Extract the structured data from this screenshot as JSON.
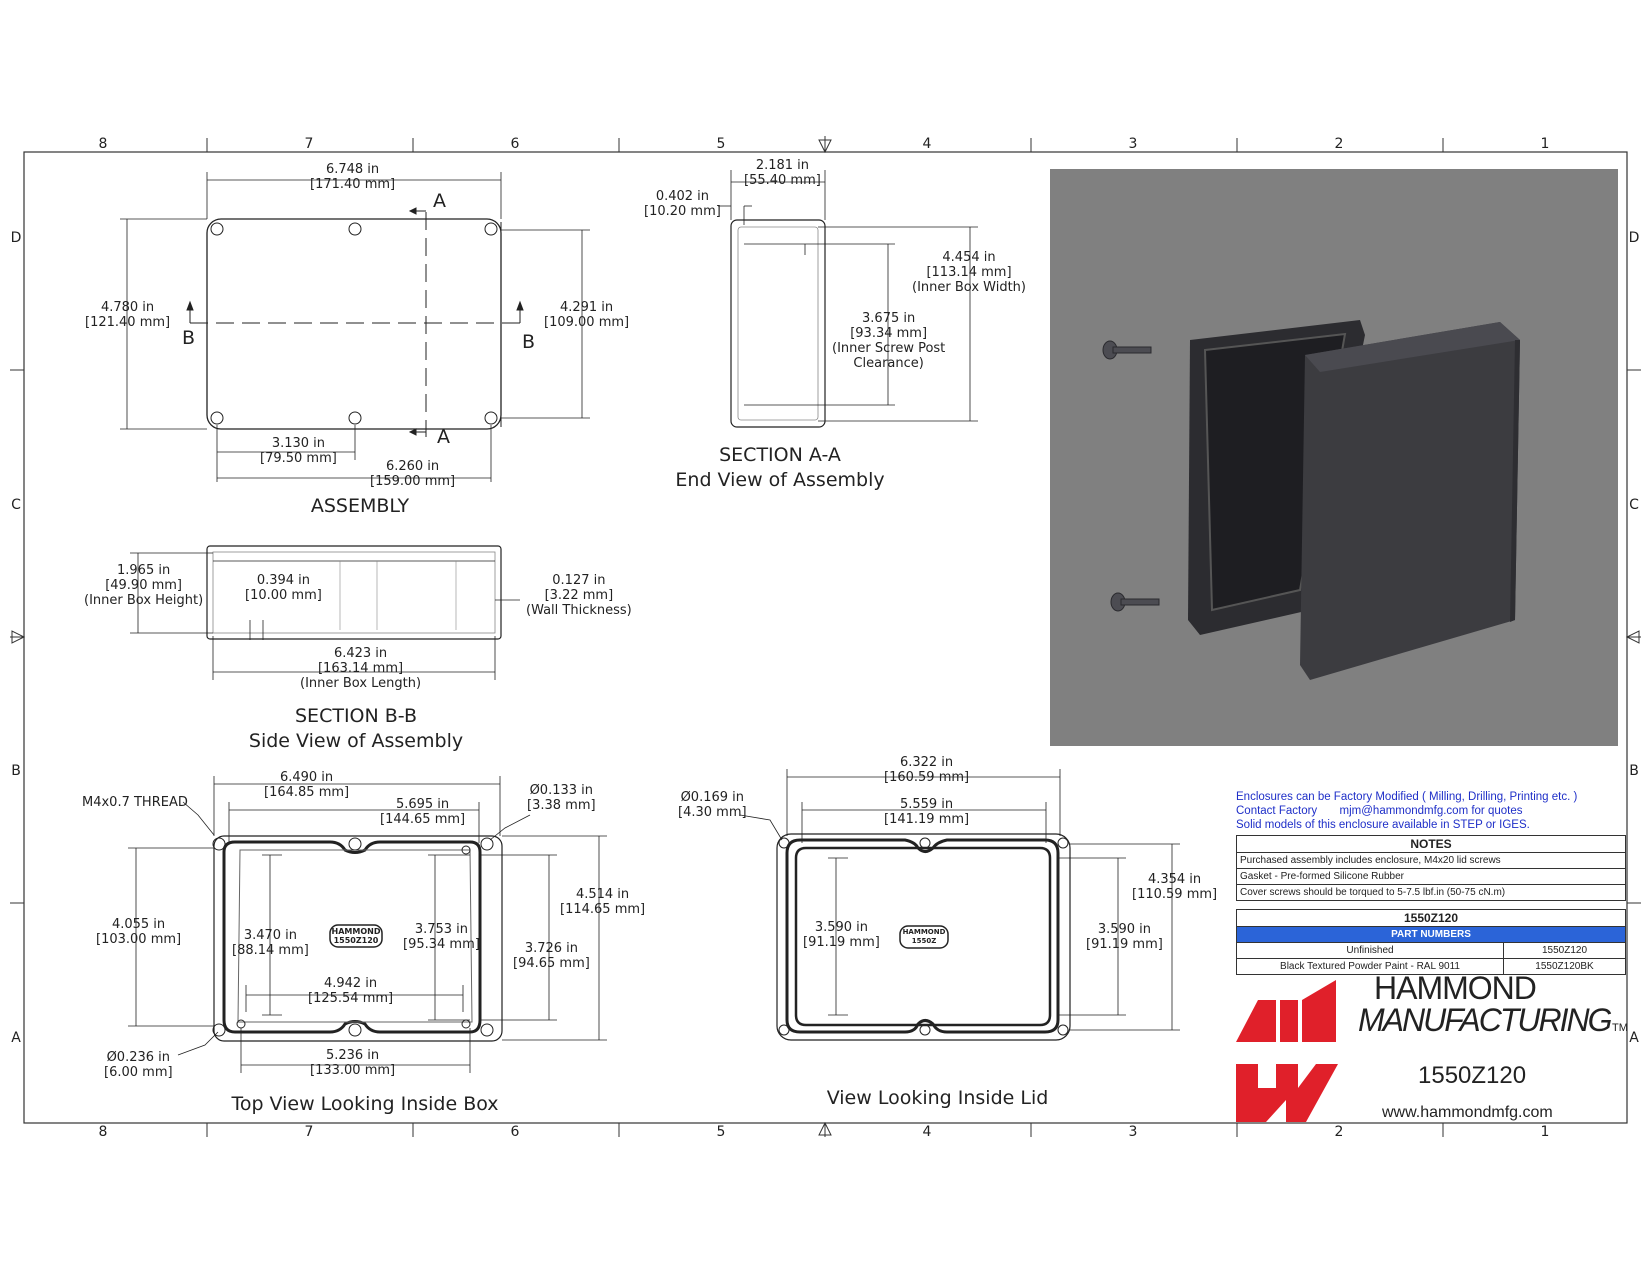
{
  "border": {
    "columns": [
      "8",
      "7",
      "6",
      "5",
      "4",
      "3",
      "2",
      "1"
    ],
    "rows": [
      "D",
      "C",
      "B",
      "A"
    ]
  },
  "assembly": {
    "title": "ASSEMBLY",
    "overall_length": "6.748 in\n[171.40 mm]",
    "overall_width": "4.780 in\n[121.40 mm]",
    "body_width": "4.291 in\n[109.00 mm]",
    "hole_spacing_short": "3.130 in\n[79.50 mm]",
    "hole_spacing_long": "6.260 in\n[159.00 mm]",
    "section_a_top": "A",
    "section_a_bottom": "A",
    "section_b_left": "B",
    "section_b_right": "B"
  },
  "section_aa": {
    "title": "SECTION A-A",
    "subtitle": "End View of Assembly",
    "outer_width": "2.181 in\n[55.40 mm]",
    "lid_depth": "0.402 in\n[10.20 mm]",
    "inner_box_width": "4.454 in\n[113.14 mm]\n(Inner Box Width)",
    "inner_screw_clearance": "3.675 in\n[93.34 mm]\n(Inner Screw Post\nClearance)"
  },
  "section_bb": {
    "title": "SECTION B-B",
    "subtitle": "Side View of Assembly",
    "inner_box_height": "1.965 in\n[49.90 mm]\n(Inner Box Height)",
    "lid_inset": "0.394 in\n[10.00 mm]",
    "wall_thickness": "0.127 in\n[3.22 mm]\n(Wall Thickness)",
    "inner_box_length": "6.423 in\n[163.14 mm]\n(Inner Box Length)"
  },
  "top_view_box": {
    "title": "Top View Looking Inside Box",
    "thread": "M4x0.7 THREAD",
    "flange_length": "6.490 in\n[164.85 mm]",
    "post_spacing_long": "5.695 in\n[144.65 mm]",
    "hole_dia_small": "Ø0.133 in\n[3.38 mm]",
    "flange_height": "4.055 in\n[103.00 mm]",
    "post_spacing_y": "3.470 in\n[88.14 mm]",
    "inner_y_a": "3.753 in\n[95.34 mm]",
    "outer_y": "4.514 in\n[114.65 mm]",
    "inner_y_b": "3.726 in\n[94.65 mm]",
    "inner_x": "4.942 in\n[125.54 mm]",
    "bottom_span": "5.236 in\n[133.00 mm]",
    "hole_dia_large": "Ø0.236 in\n[6.00 mm]",
    "logo_line1": "HAMMOND",
    "logo_line2": "1550Z120"
  },
  "lid_view": {
    "title": "View Looking Inside Lid",
    "hole_dia": "Ø0.169 in\n[4.30 mm]",
    "outer_length": "6.322 in\n[160.59 mm]",
    "hole_spacing": "5.559 in\n[141.19 mm]",
    "outer_height": "4.354 in\n[110.59 mm]",
    "inner_height_left": "3.590 in\n[91.19 mm]",
    "inner_height_right": "3.590 in\n[91.19 mm]",
    "logo_line1": "HAMMOND",
    "logo_line2": "1550Z"
  },
  "notes": {
    "blue_line1": "Enclosures can be Factory Modified ( Milling, Drilling, Printing etc. )",
    "blue_line2": "Contact Factory       mjm@hammondmfg.com for quotes",
    "blue_line3": "Solid models of this enclosure available in STEP or IGES.",
    "header": "NOTES",
    "items": [
      "Purchased assembly includes enclosure, M4x20 lid screws",
      "Gasket - Pre-formed Silicone Rubber",
      "Cover screws should be torqued to 5-7.5 lbf.in (50-75 cN.m)"
    ]
  },
  "parts": {
    "model": "1550Z120",
    "header": "PART NUMBERS",
    "rows": [
      {
        "finish": "Unfinished",
        "part": "1550Z120"
      },
      {
        "finish": "Black Textured Powder Paint - RAL 9011",
        "part": "1550Z120BK"
      }
    ]
  },
  "brand": {
    "line1": "HAMMOND",
    "line2": "MANUFACTURING",
    "tm": "TM",
    "part": "1550Z120",
    "url": "www.hammondmfg.com",
    "logo_color": "#e0202a"
  },
  "render": {
    "background": "#808080",
    "box_color": "#3c3c40"
  }
}
